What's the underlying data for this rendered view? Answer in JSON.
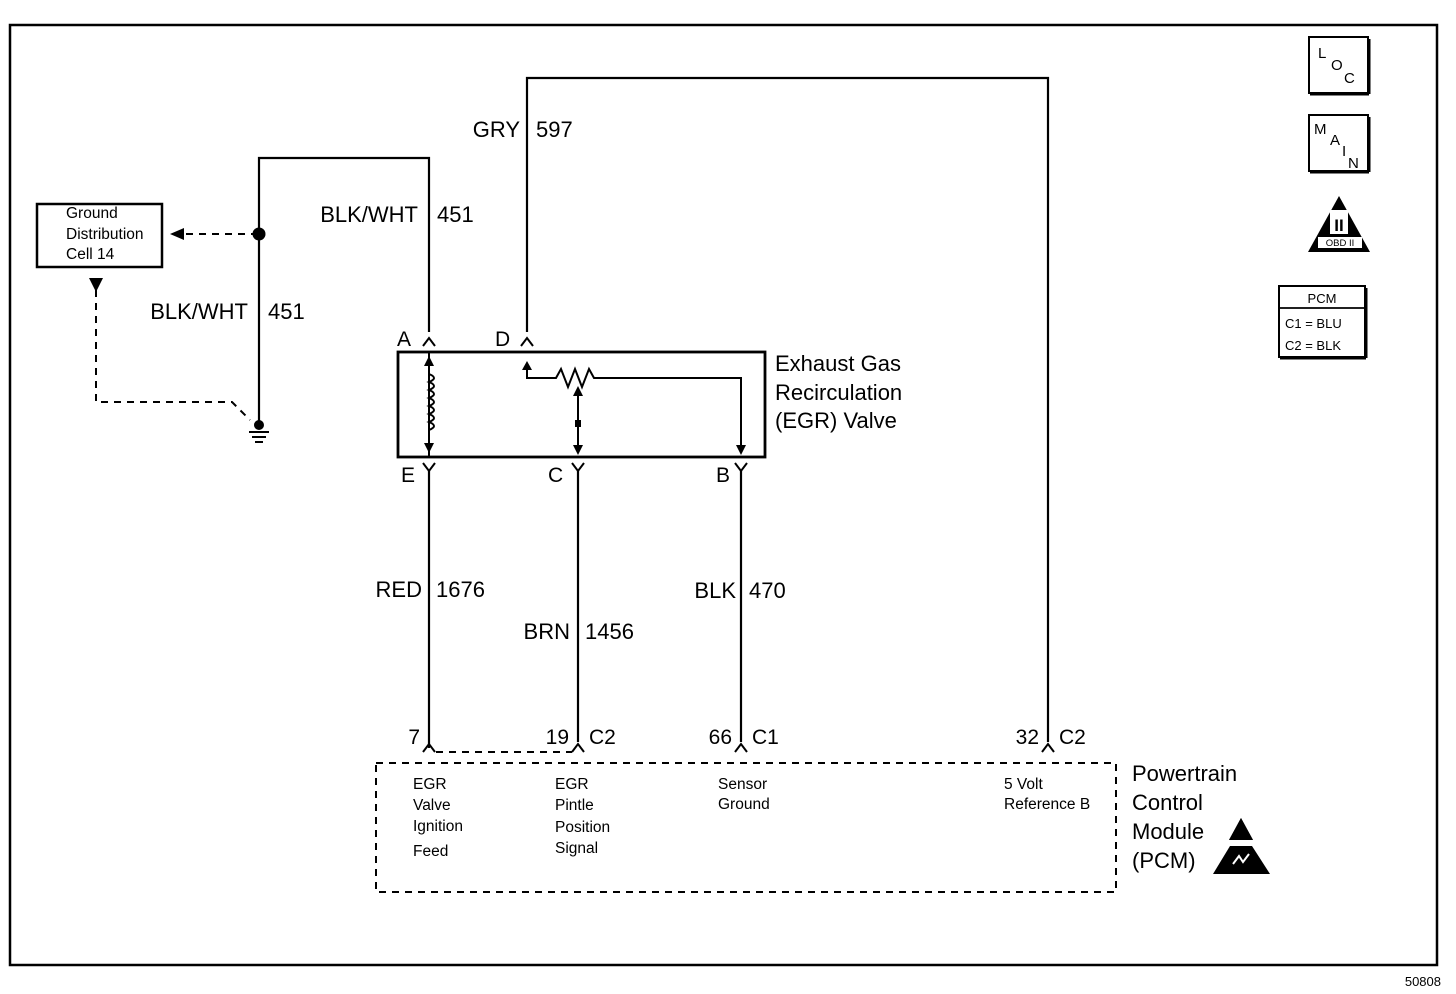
{
  "ground_block": {
    "line1": "Ground",
    "line2": "Distribution",
    "line3": "Cell 14"
  },
  "wires": {
    "gry_597": {
      "color": "GRY",
      "num": "597"
    },
    "blk_wht_451_upper": {
      "color": "BLK/WHT",
      "num": "451"
    },
    "blk_wht_451_lower": {
      "color": "BLK/WHT",
      "num": "451"
    },
    "red_1676": {
      "color": "RED",
      "num": "1676"
    },
    "brn_1456": {
      "color": "BRN",
      "num": "1456"
    },
    "blk_470": {
      "color": "BLK",
      "num": "470"
    }
  },
  "egr_valve": {
    "line1": "Exhaust Gas",
    "line2": "Recirculation",
    "line3": "(EGR) Valve",
    "pins": {
      "a": "A",
      "d": "D",
      "e": "E",
      "c": "C",
      "b": "B"
    }
  },
  "pcm_pins": {
    "p7": {
      "num": "7",
      "conn": ""
    },
    "p19": {
      "num": "19",
      "conn": "C2"
    },
    "p66": {
      "num": "66",
      "conn": "C1"
    },
    "p32": {
      "num": "32",
      "conn": "C2"
    }
  },
  "pcm_functions": {
    "egr_feed": [
      "EGR",
      "Valve",
      "Ignition",
      "Feed"
    ],
    "pintle": [
      "EGR",
      "Pintle",
      "Position",
      "Signal"
    ],
    "sensor_ground": [
      "Sensor",
      "Ground"
    ],
    "ref_b": [
      "5 Volt",
      "Reference B"
    ]
  },
  "pcm": {
    "line1": "Powertrain",
    "line2": "Control",
    "line3": "Module",
    "line4": "(PCM)"
  },
  "icons": {
    "loc": {
      "l": "L",
      "o": "O",
      "c": "C"
    },
    "main": {
      "m": "M",
      "a": "A",
      "i": "I",
      "n": "N"
    },
    "obd": {
      "numeral": "II",
      "label": "OBD II"
    },
    "pcm_legend": {
      "title": "PCM",
      "c1": "C1 = BLU",
      "c2": "C2 = BLK"
    }
  },
  "figure_number": "50808",
  "icon_names": [
    "loc-icon",
    "main-icon",
    "obd-ii-icon",
    "esd-icon",
    "ground-symbol-icon"
  ]
}
